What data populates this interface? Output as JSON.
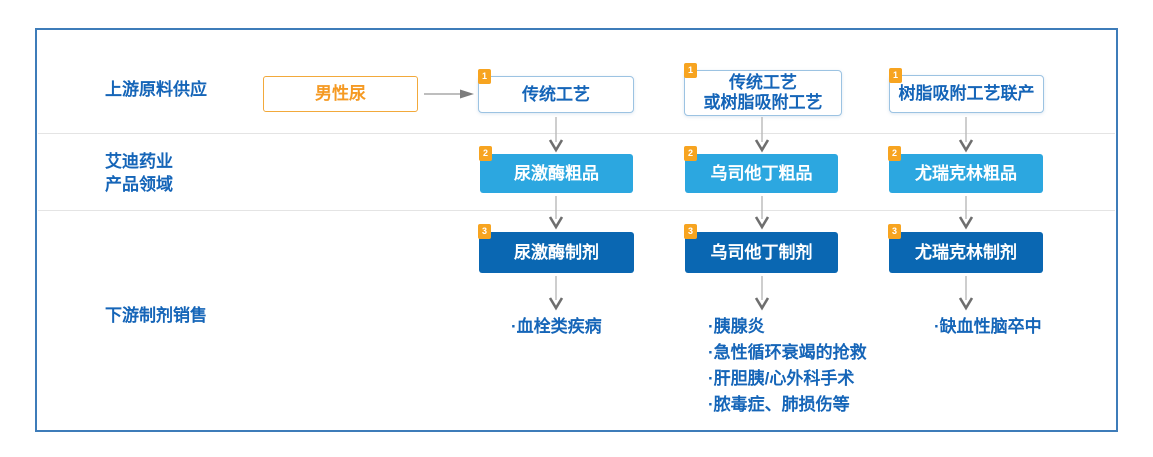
{
  "row_labels": {
    "upstream": "上游原料供应",
    "company_line1": "艾迪药业",
    "company_line2": "产品领域",
    "downstream": "下游制剂销售"
  },
  "source": {
    "label": "男性尿"
  },
  "steps": {
    "one": "1",
    "two": "2",
    "three": "3"
  },
  "columns": [
    {
      "process_line1": "传统工艺",
      "crude": "尿激酶粗品",
      "preparation": "尿激酶制剂",
      "indications": [
        "·血栓类疾病"
      ]
    },
    {
      "process_line1": "传统工艺",
      "process_line2": "或树脂吸附工艺",
      "crude": "乌司他丁粗品",
      "preparation": "乌司他丁制剂",
      "indications": [
        "·胰腺炎",
        "·急性循环衰竭的抢救",
        "·肝胆胰/心外科手术",
        "·脓毒症、肺损伤等"
      ]
    },
    {
      "process_line1": "树脂吸附工艺联产",
      "crude": "尤瑞克林粗品",
      "preparation": "尤瑞克林制剂",
      "indications": [
        "·缺血性脑卒中"
      ]
    }
  ],
  "colors": {
    "accent_text_blue": "#1565b8",
    "crude_box_bg": "#2ca7e0",
    "preparation_box_bg": "#0a67b2",
    "badge_orange": "#f7a420",
    "source_orange": "#f59a23",
    "frame_border": "#3e7cb9",
    "arrow_gray": "#9b9b9b"
  }
}
